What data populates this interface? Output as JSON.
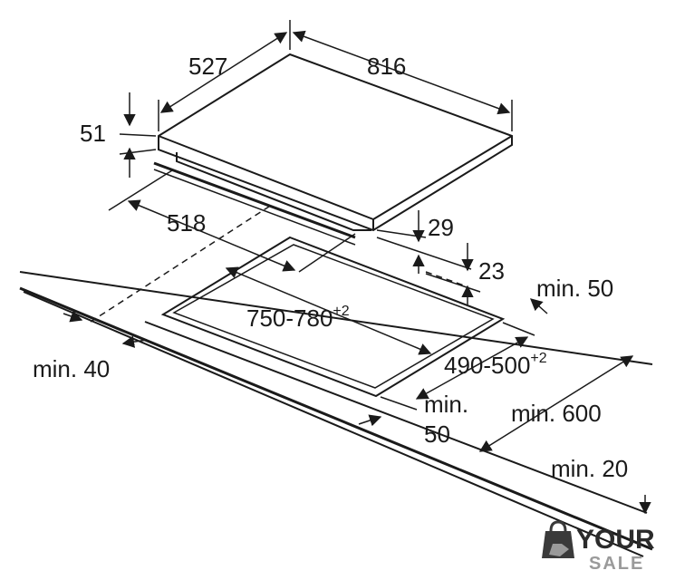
{
  "dimensions": {
    "hob_depth": "527",
    "hob_width": "816",
    "hob_height": "51",
    "cutout_offset": "518",
    "drop_29": "29",
    "drop_23": "23",
    "min_back": "min. 50",
    "cutout_width": "750-780",
    "cutout_width_tol": "+2",
    "cutout_depth": "490-500",
    "cutout_depth_tol": "+2",
    "min_side": "min. 40",
    "min_front_1": "min.",
    "min_front_2": "50",
    "min_600": "min. 600",
    "min_20": "min. 20"
  },
  "logo": {
    "line1": "YOUR",
    "line2": "SALE",
    "icon": "shopping-bag-hand-icon"
  },
  "colors": {
    "ink": "#1a1a1a",
    "logo_dark": "#2b2b2b",
    "logo_light": "#9a9a9a"
  }
}
